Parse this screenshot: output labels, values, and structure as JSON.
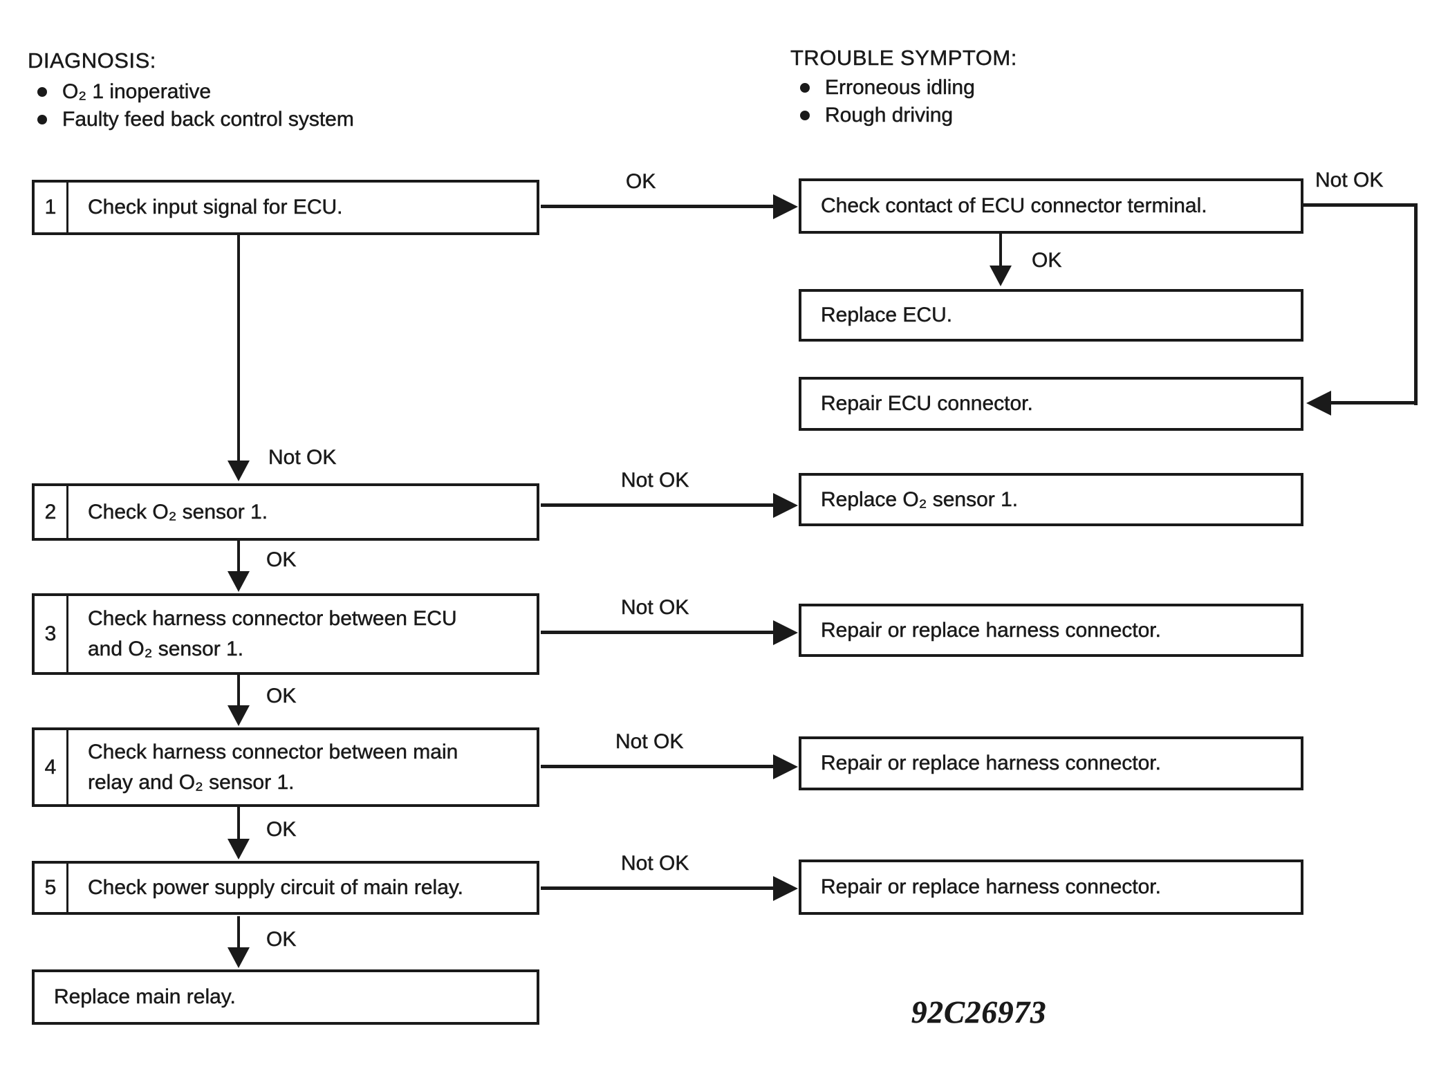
{
  "header": {
    "diagnosis": {
      "title": "DIAGNOSIS:",
      "items": [
        "O₂ 1 inoperative",
        "Faulty feed back control system"
      ]
    },
    "trouble_symptom": {
      "title": "TROUBLE SYMPTOM:",
      "items": [
        "Erroneous idling",
        "Rough driving"
      ]
    }
  },
  "flowchart": {
    "steps": [
      {
        "number": "1",
        "text": "Check input signal for ECU."
      },
      {
        "number": "2",
        "text": "Check O₂ sensor 1."
      },
      {
        "number": "3",
        "text": "Check harness connector between ECU and O₂ sensor 1."
      },
      {
        "number": "4",
        "text": "Check harness connector between main relay and O₂ sensor 1."
      },
      {
        "number": "5",
        "text": "Check power supply circuit of main relay."
      }
    ],
    "final_action": "Replace main relay.",
    "actions": [
      "Check contact of ECU connector terminal.",
      "Replace ECU.",
      "Repair ECU connector.",
      "Replace O₂ sensor 1.",
      "Repair or replace harness connector.",
      "Repair or replace harness connector.",
      "Repair or replace harness connector."
    ],
    "edges": [
      {
        "from": "step-1",
        "to": "check-contact-of-ecu-connector-terminal",
        "label": "OK"
      },
      {
        "from": "step-1",
        "to": "step-2",
        "label": "Not OK"
      },
      {
        "from": "check-contact-of-ecu-connector-terminal",
        "to": "replace-ecu",
        "label": "OK"
      },
      {
        "from": "check-contact-of-ecu-connector-terminal",
        "to": "repair-ecu-connector",
        "label": "Not OK"
      },
      {
        "from": "step-2",
        "to": "replace-o2-sensor-1",
        "label": "Not OK"
      },
      {
        "from": "step-2",
        "to": "step-3",
        "label": "OK"
      },
      {
        "from": "step-3",
        "to": "repair-or-replace-harness-connector",
        "label": "Not OK"
      },
      {
        "from": "step-3",
        "to": "step-4",
        "label": "OK"
      },
      {
        "from": "step-4",
        "to": "repair-or-replace-harness-connector",
        "label": "Not OK"
      },
      {
        "from": "step-4",
        "to": "step-5",
        "label": "OK"
      },
      {
        "from": "step-5",
        "to": "repair-or-replace-harness-connector",
        "label": "Not OK"
      },
      {
        "from": "step-5",
        "to": "replace-main-relay",
        "label": "OK"
      }
    ]
  },
  "figure_code": "92C26973",
  "colors": {
    "ink": "#1a1a1a",
    "paper": "#ffffff"
  }
}
